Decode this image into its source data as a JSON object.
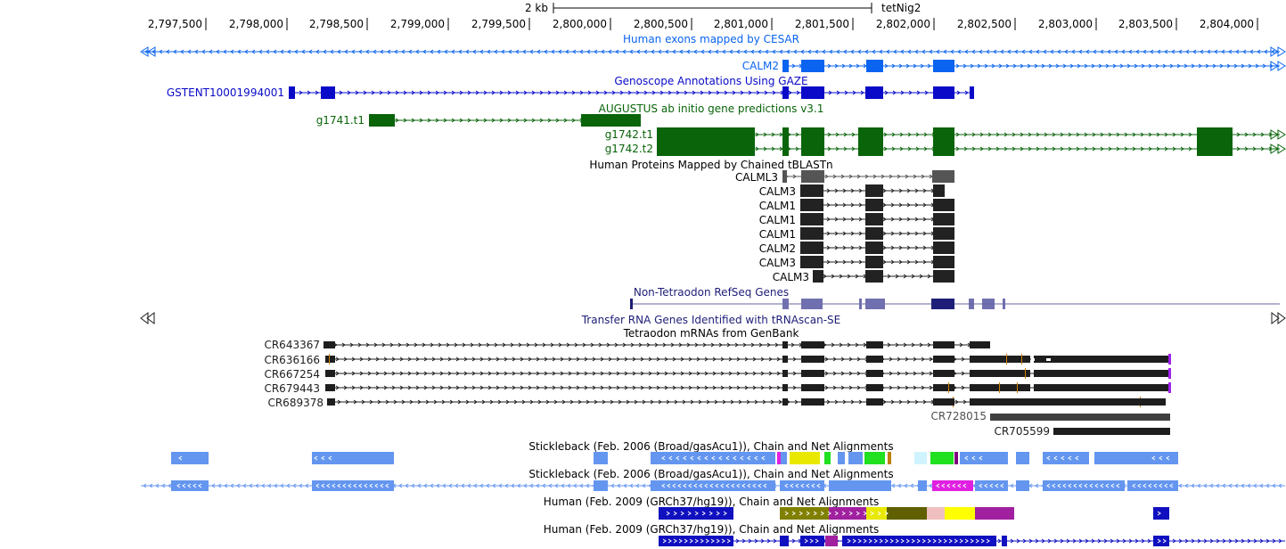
{
  "scale_bar": {
    "label": "2 kb",
    "assembly": "tetNig2"
  },
  "ruler": [
    "2,797,500",
    "2,798,000",
    "2,798,500",
    "2,799,000",
    "2,799,500",
    "2,800,000",
    "2,800,500",
    "2,801,000",
    "2,801,500",
    "2,802,000",
    "2,802,500",
    "2,803,000",
    "2,803,500",
    "2,804,000"
  ],
  "colors": {
    "cesar": "#0a64f0",
    "gaze": "#0a0ac8",
    "augustus": "#0a640a",
    "blast": "#222222",
    "refseq": "#1e1e78",
    "mrna": "#1e1e1e",
    "chain": "#6496f0"
  },
  "tracks": {
    "cesar": {
      "title": "Human exons mapped by CESAR",
      "items": [
        {
          "name": "CALM2"
        }
      ]
    },
    "gaze": {
      "title": "Genoscope Annotations Using GAZE",
      "items": [
        {
          "name": "GSTENT10001994001"
        }
      ]
    },
    "augustus": {
      "title": "AUGUSTUS ab initio gene predictions v3.1",
      "items": [
        {
          "name": "g1741.t1"
        },
        {
          "name": "g1742.t1"
        },
        {
          "name": "g1742.t2"
        }
      ]
    },
    "tblastn": {
      "title": "Human Proteins Mapped by Chained tBLASTn",
      "items": [
        {
          "name": "CALML3"
        },
        {
          "name": "CALM3"
        },
        {
          "name": "CALM1"
        },
        {
          "name": "CALM1"
        },
        {
          "name": "CALM1"
        },
        {
          "name": "CALM2"
        },
        {
          "name": "CALM3"
        },
        {
          "name": "CALM3"
        }
      ]
    },
    "refseq": {
      "title": "Non-Tetraodon RefSeq Genes"
    },
    "trnascan": {
      "title": "Transfer RNA Genes Identified with tRNAscan-SE"
    },
    "mrnas": {
      "title": "Tetraodon mRNAs from GenBank",
      "items": [
        {
          "name": "CR643367"
        },
        {
          "name": "CR636166"
        },
        {
          "name": "CR667254"
        },
        {
          "name": "CR679443"
        },
        {
          "name": "CR689378"
        },
        {
          "name": "CR728015"
        },
        {
          "name": "CR705599"
        }
      ]
    },
    "stickleback_chain": {
      "title": "Stickleback (Feb. 2006 (Broad/gasAcu1)), Chain and Net Alignments"
    },
    "stickleback_net": {
      "title": "Stickleback (Feb. 2006 (Broad/gasAcu1)), Chain and Net Alignments"
    },
    "human_chain": {
      "title": "Human (Feb. 2009 (GRCh37/hg19)), Chain and Net Alignments"
    },
    "human_net": {
      "title": "Human (Feb. 2009 (GRCh37/hg19)), Chain and Net Alignments"
    }
  }
}
